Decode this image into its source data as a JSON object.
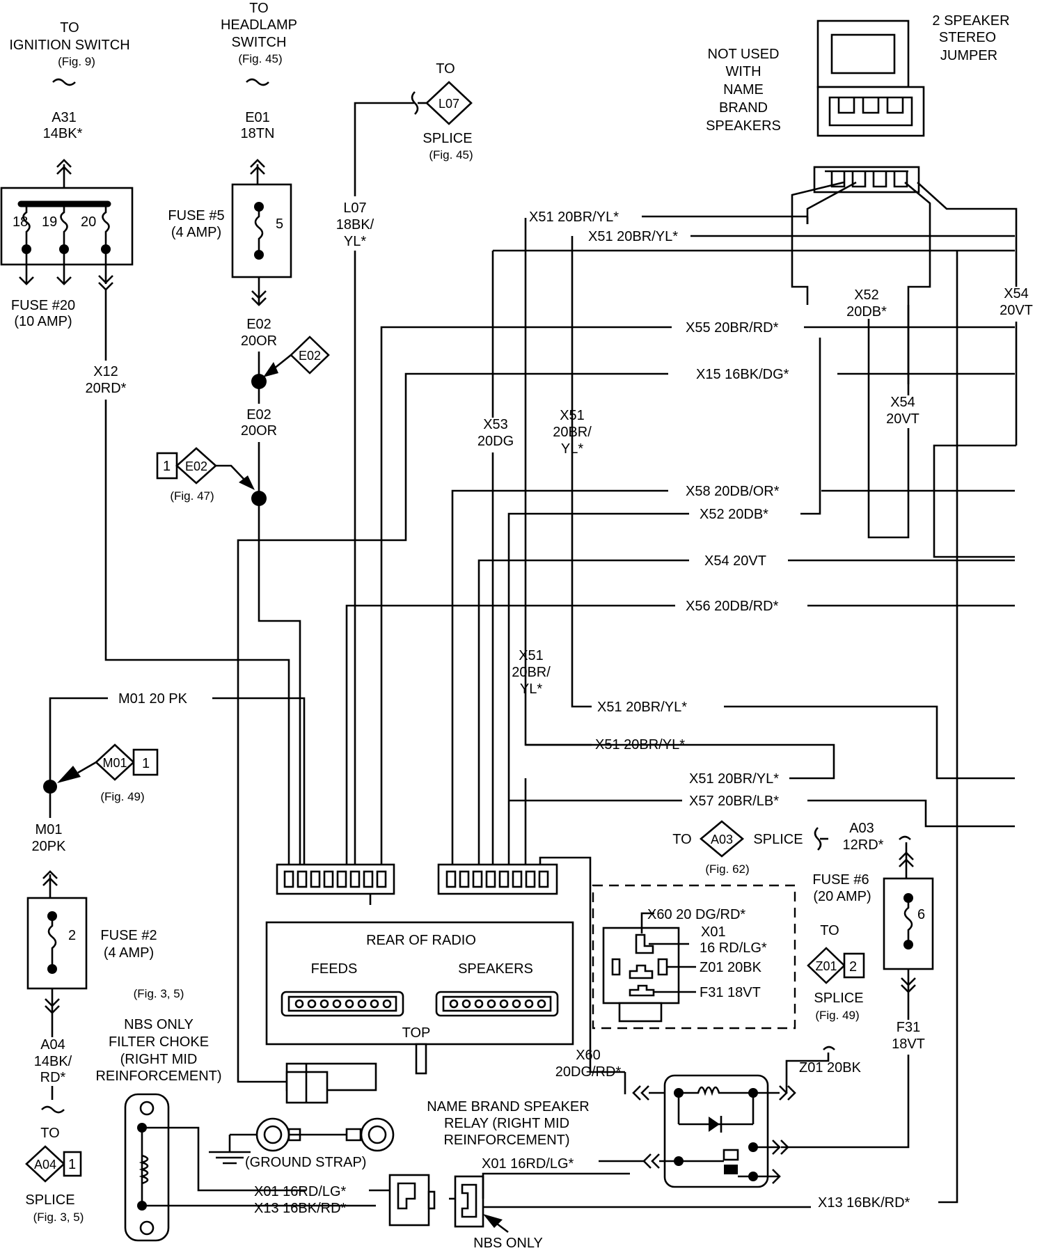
{
  "ignition": {
    "to": "TO",
    "dest": "IGNITION SWITCH",
    "fig": "(Fig. 9)",
    "wire_id": "A31",
    "wire_gauge": "14BK*",
    "terminals": [
      "18",
      "19",
      "20"
    ],
    "fuse": "FUSE #20",
    "amp": "(10 AMP)"
  },
  "x12": {
    "id": "X12",
    "gauge": "20RD*"
  },
  "headlamp": {
    "to": "TO",
    "dest1": "HEADLAMP",
    "dest2": "SWITCH",
    "fig": "(Fig. 45)",
    "wire_id": "E01",
    "wire_gauge": "18TN"
  },
  "fuse5": {
    "name": "FUSE #5",
    "amp": "(4 AMP)",
    "num": "5"
  },
  "e02": {
    "id": "E02",
    "gauge": "20OR",
    "id2": "E02",
    "gauge2": "20OR",
    "diamond": "E02",
    "ref_num": "1",
    "ref_fig": "(Fig. 47)"
  },
  "l07": {
    "id": "L07",
    "gauge1": "18BK/",
    "gauge2": "YL*",
    "to": "TO",
    "tag": "L07",
    "splice": "SPLICE",
    "fig": "(Fig. 45)"
  },
  "jumper": {
    "title1": "2 SPEAKER",
    "title2": "STEREO",
    "title3": "JUMPER",
    "note1": "NOT USED",
    "note2": "WITH",
    "note3": "NAME",
    "note4": "BRAND",
    "note5": "SPEAKERS"
  },
  "wires": {
    "x51_a": "X51 20BR/YL*",
    "x51_b": "X51 20BR/YL*",
    "x52_top_id": "X52",
    "x52_top_g": "20DB*",
    "x54_right_id": "X54",
    "x54_right_g": "20VT",
    "x55": "X55 20BR/RD*",
    "x15": "X15 16BK/DG*",
    "x54_mid_id": "X54",
    "x54_mid_g": "20VT",
    "x53_id": "X53",
    "x53_g": "20DG",
    "x51_v_id": "X51",
    "x51_v_g1": "20BR/",
    "x51_v_g2": "YL*",
    "x58": "X58 20DB/OR*",
    "x52": "X52 20DB*",
    "x54": "X54 20VT",
    "x56": "X56 20DB/RD*",
    "x51_v2_id": "X51",
    "x51_v2_g1": "20BR/",
    "x51_v2_g2": "YL*",
    "x51_c": "X51 20BR/YL*",
    "x51_d": "X51 20BR/YL*",
    "x51_e": "X51 20BR/YL*",
    "x57": "X57 20BR/LB*"
  },
  "m01": {
    "label": "M01 20 PK",
    "tag": "M01",
    "ref_num": "1",
    "fig": "(Fig. 49)",
    "id": "M01",
    "gauge": "20PK"
  },
  "fuse2": {
    "name": "FUSE #2",
    "amp": "(4 AMP)",
    "num": "2",
    "fig": "(Fig. 3, 5)"
  },
  "a04": {
    "id": "A04",
    "gauge1": "14BK/",
    "gauge2": "RD*",
    "to": "TO",
    "tag": "A04",
    "ref_num": "1",
    "splice": "SPLICE",
    "fig": "(Fig. 3, 5)"
  },
  "radio": {
    "title": "REAR OF RADIO",
    "feeds": "FEEDS",
    "speakers": "SPEAKERS",
    "top": "TOP"
  },
  "a03": {
    "to": "TO",
    "tag": "A03",
    "splice": "SPLICE",
    "fig": "(Fig. 62)",
    "id": "A03",
    "gauge": "12RD*"
  },
  "fuse6": {
    "name": "FUSE #6",
    "amp": "(20 AMP)",
    "num": "6"
  },
  "relay_detail": {
    "x60": "X60 20 DG/RD*",
    "x01_id": "X01",
    "x01_g": "16 RD/LG*",
    "z01": "Z01 20BK",
    "f31": "F31 18VT"
  },
  "z01": {
    "to": "TO",
    "tag": "Z01",
    "ref_num": "2",
    "splice": "SPLICE",
    "fig": "(Fig. 49)",
    "label": "Z01 20BK"
  },
  "f31": {
    "id": "F31",
    "gauge": "18VT"
  },
  "x60": {
    "id": "X60",
    "gauge": "20DG/RD*"
  },
  "nbs": {
    "l1": "NBS ONLY",
    "l2": "FILTER CHOKE",
    "l3": "(RIGHT MID",
    "l4": "REINFORCEMENT)",
    "ground": "(GROUND STRAP)",
    "x01": "X01 16RD/LG*",
    "x13": "X13 16BK/RD*",
    "x01_b": "X01 16RD/LG*",
    "x13_b": "X13 16BK/RD*",
    "nbs_only": "NBS ONLY"
  },
  "relay": {
    "l1": "NAME BRAND SPEAKER",
    "l2": "RELAY (RIGHT MID",
    "l3": "REINFORCEMENT)"
  }
}
